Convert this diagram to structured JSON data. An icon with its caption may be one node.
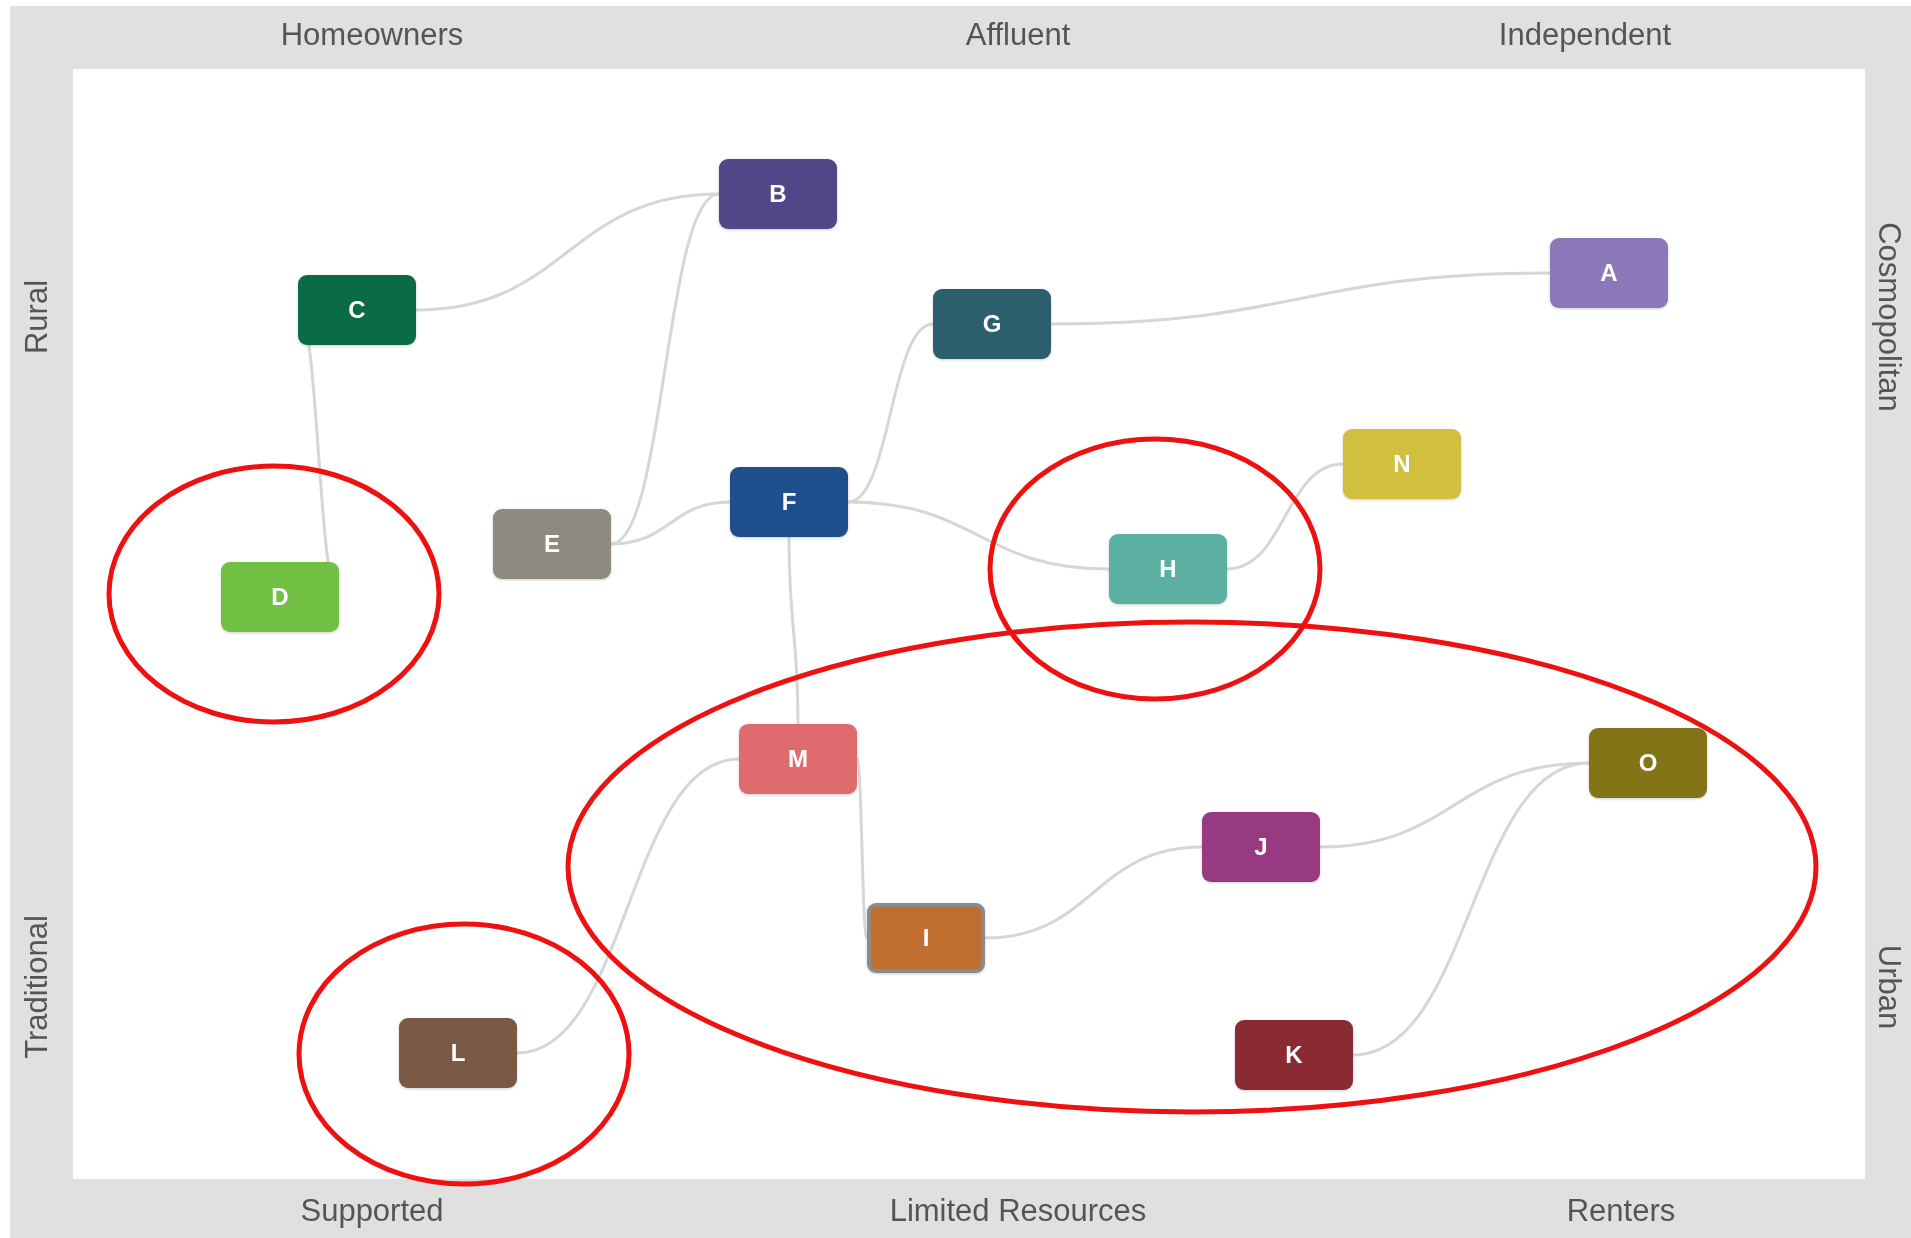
{
  "diagram": {
    "nodes": [
      {
        "text": [
          "B"
        ]
      },
      {
        "text": [
          "C"
        ]
      },
      {
        "text": [
          "A"
        ]
      },
      {
        "text": [
          "G"
        ]
      },
      {
        "text": [
          "N"
        ]
      },
      {
        "text": [
          "F"
        ]
      },
      {
        "text": [
          "E"
        ]
      },
      {
        "text": [
          "H"
        ]
      },
      {
        "text": [
          "D"
        ]
      },
      {
        "text": [
          "M"
        ]
      },
      {
        "text": [
          "O"
        ]
      },
      {
        "text": [
          "J"
        ]
      },
      {
        "text": [
          "I"
        ]
      },
      {
        "text": [
          "L"
        ]
      },
      {
        "text": [
          "K"
        ]
      }
    ],
    "edges": [
      {
        "from": 1,
        "to": 0,
        "arrow": "none"
      },
      {
        "from": 1,
        "to": 8,
        "arrow": "none"
      },
      {
        "from": 6,
        "to": 0,
        "arrow": "none"
      },
      {
        "from": 6,
        "to": 5,
        "arrow": "none"
      },
      {
        "from": 5,
        "to": 3,
        "arrow": "none"
      },
      {
        "from": 3,
        "to": 2,
        "arrow": "none"
      },
      {
        "from": 5,
        "to": 7,
        "arrow": "none"
      },
      {
        "from": 7,
        "to": 4,
        "arrow": "none"
      },
      {
        "from": 5,
        "to": 9,
        "arrow": "none"
      },
      {
        "from": 13,
        "to": 9,
        "arrow": "none"
      },
      {
        "from": 9,
        "to": 12,
        "arrow": "none"
      },
      {
        "from": 12,
        "to": 11,
        "arrow": "none"
      },
      {
        "from": 11,
        "to": 10,
        "arrow": "none"
      },
      {
        "from": 14,
        "to": 10,
        "arrow": "none"
      }
    ],
    "labels": [
      "Homeowners",
      "Affluent",
      "Independent",
      "Rural",
      "Cosmopolitan",
      "Traditional",
      "Urban",
      "Supported",
      "Limited Resources",
      "Renters"
    ]
  }
}
